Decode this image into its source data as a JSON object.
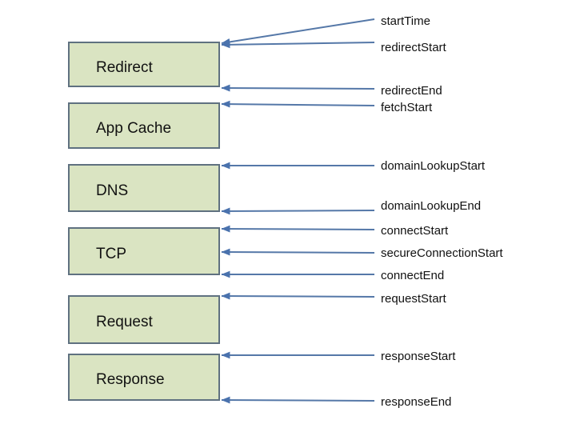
{
  "diagram": {
    "boxes": [
      {
        "label": "Redirect"
      },
      {
        "label": "App Cache"
      },
      {
        "label": "DNS"
      },
      {
        "label": "TCP"
      },
      {
        "label": "Request"
      },
      {
        "label": "Response"
      }
    ],
    "timing_labels": [
      {
        "text": "startTime"
      },
      {
        "text": "redirectStart"
      },
      {
        "text": "redirectEnd"
      },
      {
        "text": "fetchStart"
      },
      {
        "text": "domainLookupStart"
      },
      {
        "text": "domainLookupEnd"
      },
      {
        "text": "connectStart"
      },
      {
        "text": "secureConnectionStart"
      },
      {
        "text": "connectEnd"
      },
      {
        "text": "requestStart"
      },
      {
        "text": "responseStart"
      },
      {
        "text": "responseEnd"
      }
    ],
    "colors": {
      "box_fill": "#dae4c2",
      "box_border": "#5f7180",
      "arrow": "#5578a8",
      "arrowhead": "#4a72ad",
      "text": "#111111",
      "background": "#ffffff"
    }
  }
}
